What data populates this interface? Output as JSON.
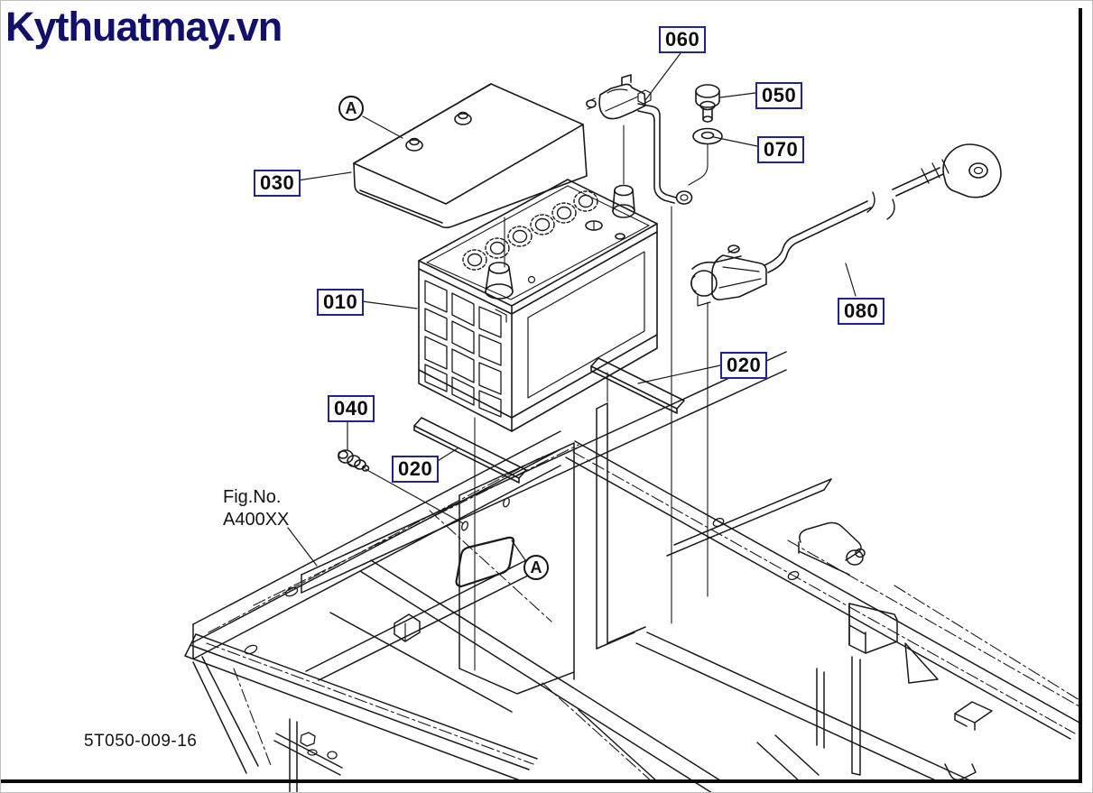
{
  "logo": {
    "text": "Kythuatmay.vn"
  },
  "figure_ref": {
    "label": "Fig.No.",
    "value": "A400XX"
  },
  "drawing_code": "5T050-009-16",
  "detail_markers": {
    "top": "A",
    "bottom": "A"
  },
  "part_labels": [
    {
      "text": "060"
    },
    {
      "text": "050"
    },
    {
      "text": "070"
    },
    {
      "text": "030"
    },
    {
      "text": "010"
    },
    {
      "text": "080"
    },
    {
      "text": "020"
    },
    {
      "text": "040"
    },
    {
      "text": "020"
    }
  ],
  "colors": {
    "logo_navy": "#11116b",
    "label_border_navy": "#23238f",
    "line_black": "#1a1a1a"
  }
}
